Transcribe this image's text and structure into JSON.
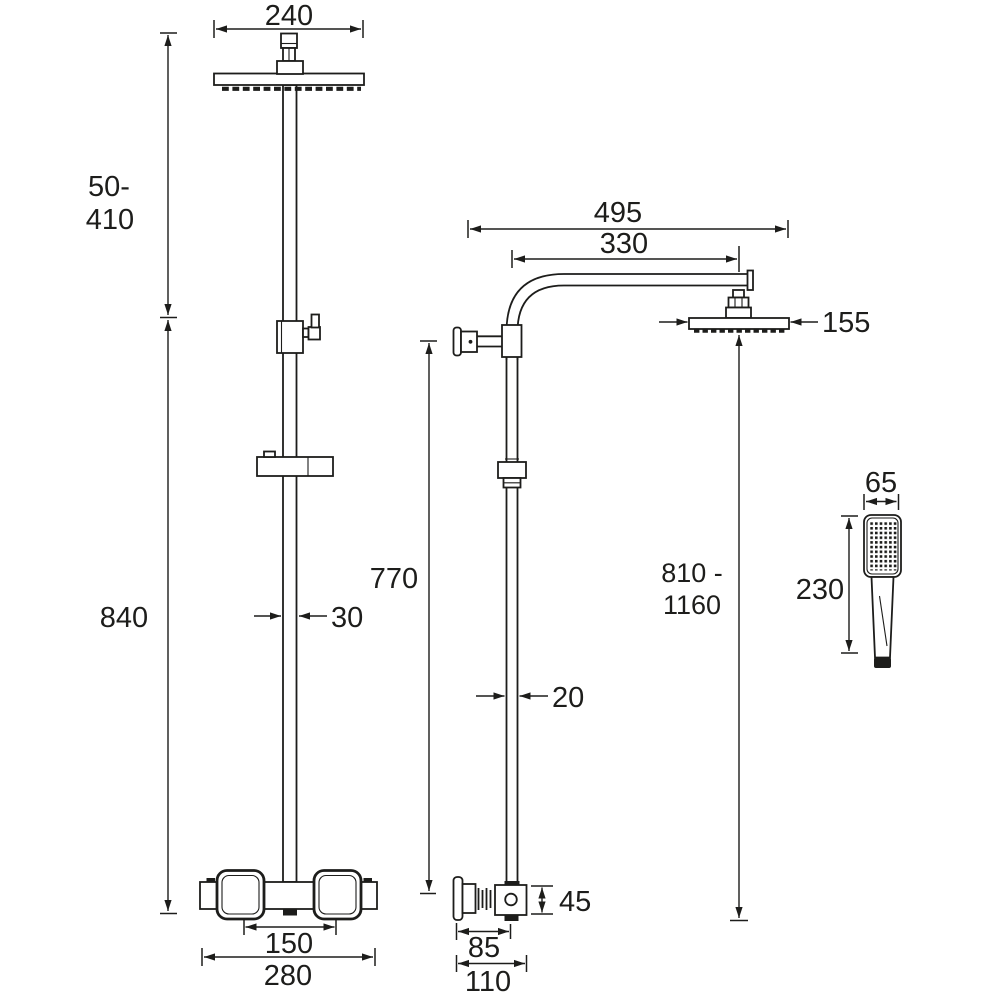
{
  "colors": {
    "line": "#1d1d1b",
    "background": "#ffffff"
  },
  "dimensions": {
    "head_width": "240",
    "head_drop_range_line1": "50-",
    "head_drop_range_line2": "410",
    "riser_height": "840",
    "riser_diameter": "30",
    "valve_handle_centres": "150",
    "valve_width": "280",
    "arm_projection_overall": "495",
    "arm_projection": "330",
    "head_diameter": "155",
    "rail_height": "770",
    "rail_diameter": "20",
    "head_height_range_line1": "810 -",
    "head_height_range_line2": "1160",
    "outlet_height": "45",
    "outlet_projection": "85",
    "outlet_projection_overall": "110",
    "handset_width": "65",
    "handset_length": "230"
  }
}
